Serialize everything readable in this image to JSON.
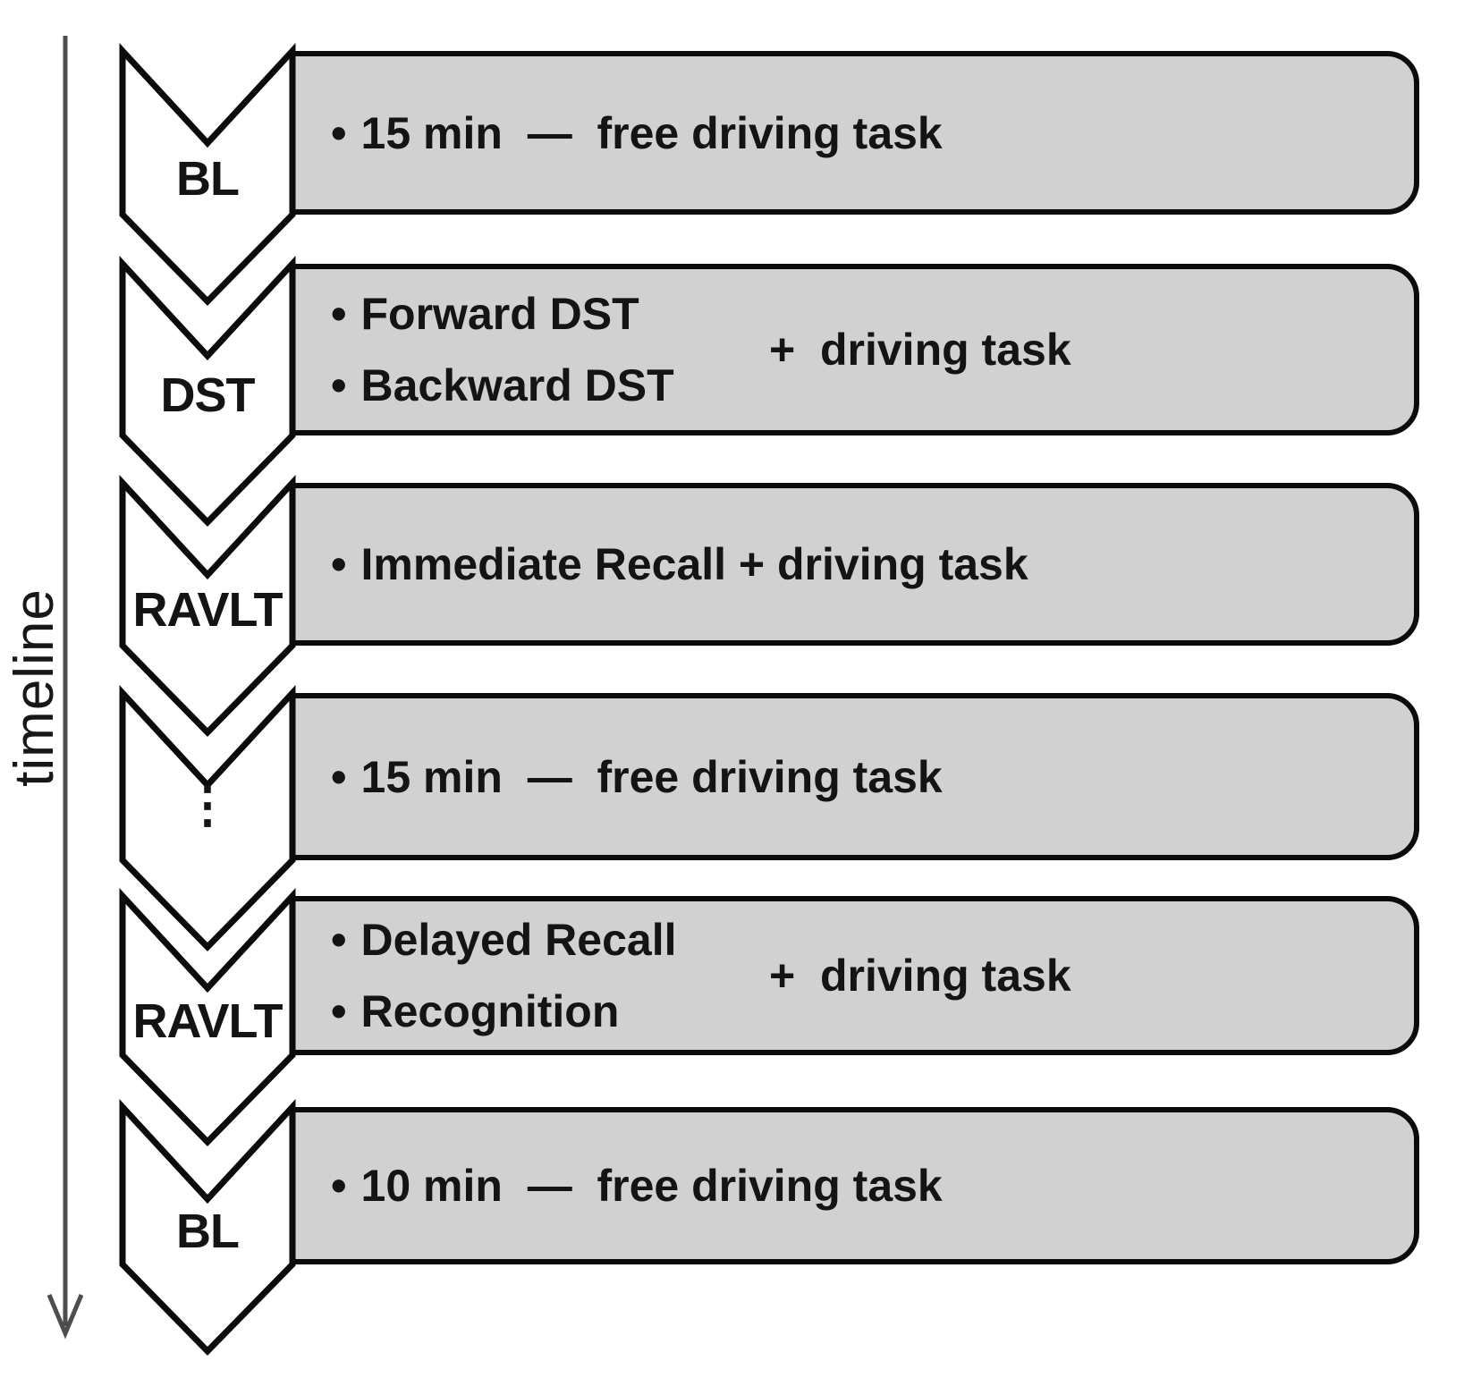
{
  "timeline": {
    "label": "timeline"
  },
  "glyphs": {
    "bullet": "•"
  },
  "colors": {
    "box-fill": "#d1d1d1",
    "outline": "#0b0b0b",
    "axis": "#4d4d4d"
  },
  "steps": [
    {
      "stage": "BL",
      "lines": [
        "15 min  —  free driving task"
      ],
      "side": ""
    },
    {
      "stage": "DST",
      "lines": [
        "Forward DST",
        "Backward DST"
      ],
      "side": "+  driving task"
    },
    {
      "stage": "RAVLT",
      "lines": [
        "Immediate Recall + driving task"
      ],
      "side": ""
    },
    {
      "stage": "⋮",
      "lines": [
        "15 min  —  free driving task"
      ],
      "side": ""
    },
    {
      "stage": "RAVLT",
      "lines": [
        "Delayed Recall",
        "Recognition"
      ],
      "side": "+  driving task"
    },
    {
      "stage": "BL",
      "lines": [
        "10 min  —  free driving task"
      ],
      "side": ""
    }
  ]
}
